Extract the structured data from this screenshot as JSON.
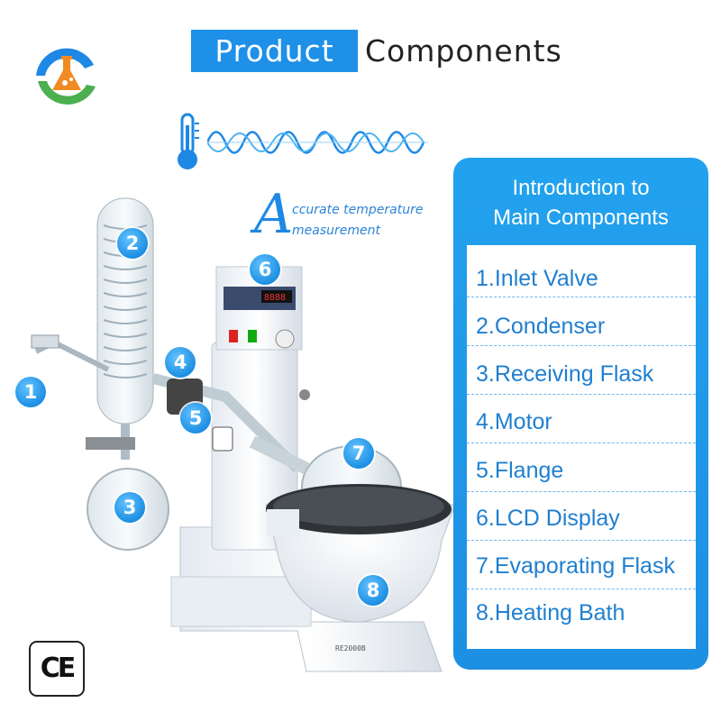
{
  "header": {
    "title_highlight": "Product",
    "title_rest": "Components"
  },
  "feature": {
    "big_letter": "A",
    "line1": "ccurate temperature",
    "line2": "measurement"
  },
  "intro_panel": {
    "title_line1": "Introduction to",
    "title_line2": "Main Components",
    "items": [
      "1.Inlet Valve",
      "2.Condenser",
      "3.Receiving Flask",
      "4.Motor",
      "5.Flange",
      "6.LCD Display",
      "7.Evaporating Flask",
      "8.Heating Bath"
    ]
  },
  "callouts": [
    "1",
    "2",
    "3",
    "4",
    "5",
    "6",
    "7",
    "8"
  ],
  "device": {
    "model": "RE2000B"
  },
  "certification": {
    "mark": "CE"
  },
  "icons": [
    "lab-flask-logo-icon",
    "thermometer-icon",
    "wave-icon"
  ],
  "colors": {
    "accent": "#1e90e8",
    "panel": "#1d8fe3",
    "text_dark": "#222222",
    "logo_green": "#4caf50",
    "logo_orange": "#f08a24"
  }
}
